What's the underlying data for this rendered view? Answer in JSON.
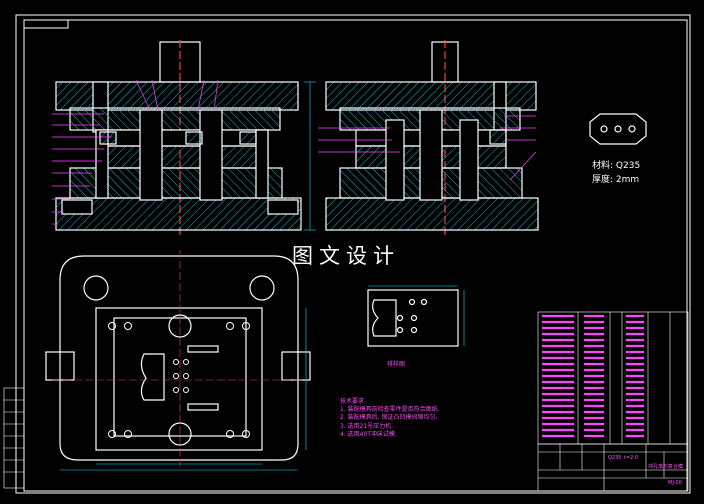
{
  "drawing": {
    "watermark_text": "图文设计",
    "material_label": "材料:",
    "material_value": "Q235",
    "thickness_label": "厚度:",
    "thickness_value": "2mm",
    "layout_view_label": "排样图",
    "tech_requirements": {
      "title": "技术要求",
      "items": [
        "1. 装配模具前检查零件是否符合图纸.",
        "2. 装配模具后, 保证凸凹模间隙均匀.",
        "3. 选用21号压力机.",
        "4. 选用40T冲床试模."
      ]
    },
    "title_block": {
      "material": "Q235",
      "thickness": "t=2.0",
      "part_name": "冲孔落料复合模",
      "drawing_no": "MJ-00"
    },
    "colors": {
      "outline": "#ffffff",
      "part_line": "#ff44ff",
      "dimension": "#00e5ff",
      "centerline": "#ff3b3b",
      "hatch": "#00e5ff",
      "frame": "#ffffff"
    }
  }
}
